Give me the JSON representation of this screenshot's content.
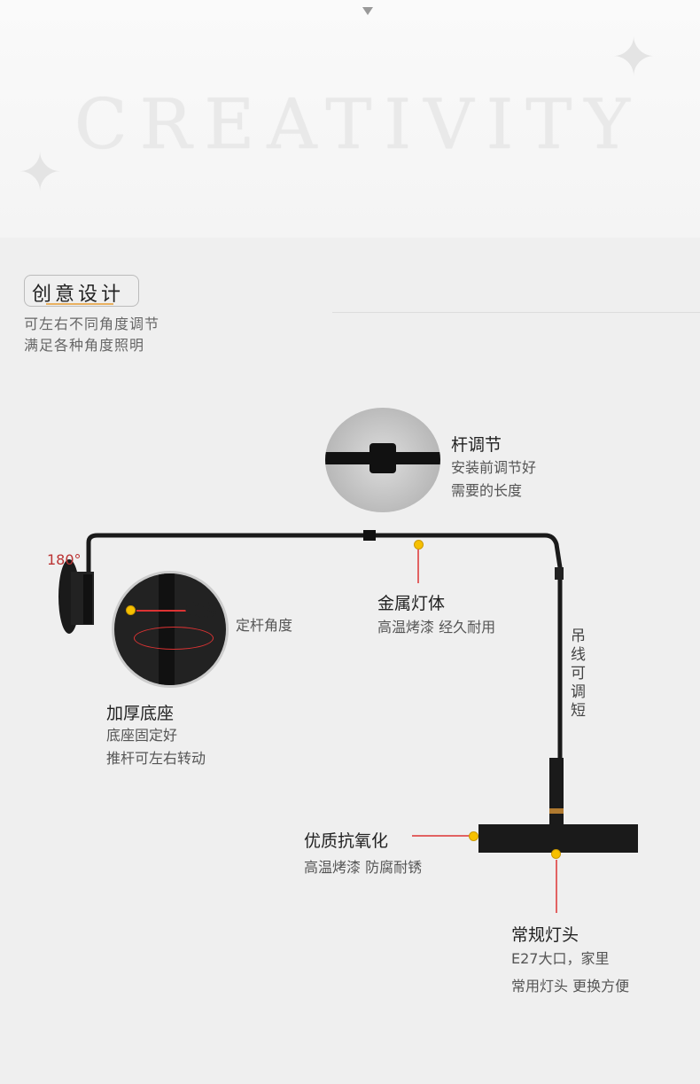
{
  "banner": {
    "word": "CREATIVITY"
  },
  "section": {
    "tag": "创意设计",
    "lines": [
      "可左右不同角度调节",
      "满足各种角度照明"
    ]
  },
  "angle": "180°",
  "callouts": {
    "rod": {
      "title": "杆调节",
      "lines": [
        "安装前调节好",
        "需要的长度"
      ]
    },
    "lock": {
      "title": "锁键",
      "line": "定杆角度"
    },
    "body": {
      "title": "金属灯体",
      "line": "高温烤漆 经久耐用"
    },
    "base": {
      "title": "加厚底座",
      "lines": [
        "底座固定好",
        "推杆可左右转动"
      ]
    },
    "wire": {
      "text": "吊线可调短"
    },
    "shade": {
      "title": "优质抗氧化",
      "line": "高温烤漆 防腐耐锈"
    },
    "socket": {
      "title": "常规灯头",
      "lines": [
        "E27大口，家里",
        "常用灯头 更换方便"
      ]
    }
  },
  "colors": {
    "accent": "#dd3333",
    "dot": "#f6c000",
    "lamp": "#1a1a1a"
  }
}
